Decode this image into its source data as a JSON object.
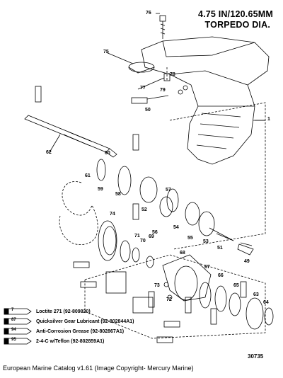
{
  "title": {
    "line1": "4.75 IN/120.65MM",
    "line2": "TORPEDO DIA."
  },
  "part_numbers": [
    "76",
    "75",
    "77",
    "78",
    "79",
    "50",
    "1",
    "62",
    "60",
    "61",
    "59",
    "58",
    "52",
    "57",
    "56",
    "54",
    "55",
    "53",
    "51",
    "49",
    "74",
    "71",
    "70",
    "69",
    "68",
    "67",
    "66",
    "65",
    "64",
    "63",
    "72",
    "73"
  ],
  "legend": [
    {
      "code": "7",
      "text": "Loctite 271 (92-809820)"
    },
    {
      "code": "87",
      "text": "Quicksilver Gear Lubricant (92-802844A1)"
    },
    {
      "code": "94",
      "text": "Anti-Corrosion Grease (92-802867A1)"
    },
    {
      "code": "95",
      "text": "2-4-C w/Teflon (92-802859A1)"
    }
  ],
  "diagram_number": "30735",
  "caption": "European Marine Catalog v1.61 (Image Copyright- Mercury Marine)"
}
